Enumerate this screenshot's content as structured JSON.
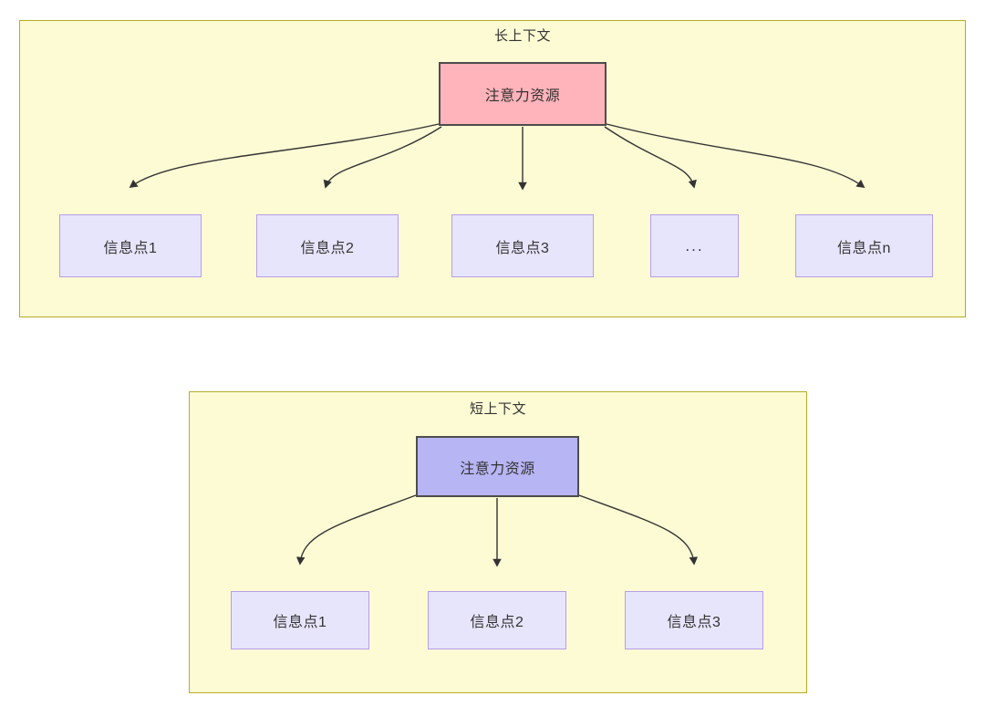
{
  "diagram": {
    "type": "flow-diagram",
    "sections": [
      {
        "id": "long-context",
        "title": "长上下文",
        "root": {
          "label": "注意力资源",
          "fill": "#ffb3ba",
          "stroke": "#4d4d4d"
        },
        "children": [
          {
            "label": "信息点1"
          },
          {
            "label": "信息点2"
          },
          {
            "label": "信息点3"
          },
          {
            "label": "..."
          },
          {
            "label": "信息点n"
          }
        ]
      },
      {
        "id": "short-context",
        "title": "短上下文",
        "root": {
          "label": "注意力资源",
          "fill": "#b8b5f5",
          "stroke": "#4d4d4d"
        },
        "children": [
          {
            "label": "信息点1"
          },
          {
            "label": "信息点2"
          },
          {
            "label": "信息点3"
          }
        ]
      }
    ],
    "colors": {
      "container_fill": "#fdfbd4",
      "container_stroke": "#b7ac25",
      "info_fill": "#e7e5fb",
      "info_stroke": "#b79ee8",
      "edge": "#333333",
      "text": "#333333"
    }
  }
}
